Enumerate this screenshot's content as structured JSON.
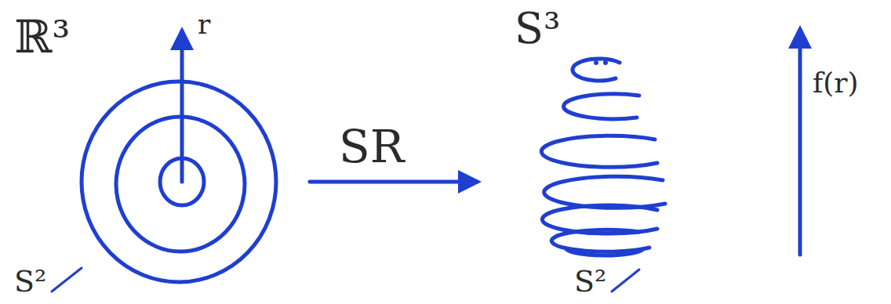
{
  "diagram": {
    "labels": [
      "ℝ³",
      "r",
      "S²",
      "SR",
      "S³",
      "S²",
      "f(r)"
    ]
  }
}
